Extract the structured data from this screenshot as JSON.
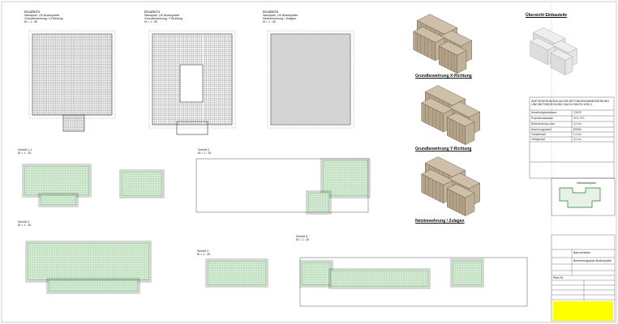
{
  "sheet": {
    "labels_3d": {
      "overview": "Übersicht Einbauteile",
      "x_direction": "Grundbewehrung X-Richtung",
      "y_direction": "Grundbewehrung Y-Richtung",
      "supplementary": "Netzbewehrung / Zulagen"
    },
    "plan_views": [
      {
        "title": "Draufsicht",
        "lines": [
          "Wandplan, UK Bodenplatte",
          "Grundbewehrung, X-Richtung"
        ],
        "scale": "M = 1 : 50"
      },
      {
        "title": "Draufsicht",
        "lines": [
          "Wandplan, UK Bodenplatte",
          "Grundbewehrung, Y-Richtung"
        ],
        "scale": "M = 1 : 50"
      },
      {
        "title": "Draufsicht",
        "lines": [
          "Wandplan, UK Bodenplatte",
          "Netzbewehrung / Zulagen"
        ],
        "scale": "M = 1 : 50"
      }
    ],
    "sections": [
      {
        "title": "Schnitt 1-1",
        "scale": "M = 1 : 25"
      },
      {
        "title": "Schnitt 2",
        "scale": "M = 1 : 25"
      },
      {
        "title": "Schnitt 3",
        "scale": "M = 1 : 25"
      },
      {
        "title": "Schnitt 4",
        "scale": "M = 1 : 25"
      },
      {
        "title": "Schnitt 5",
        "scale": "M = 1 : 25"
      }
    ],
    "notes_box": {
      "heading": "ANFORDERUNGEN AN DIE BETONGRUNDBEWEHRUNG UND BETONDECKUNG NACH DIN EN 1992-1",
      "rows": [
        "Betonfestigkeitsklasse",
        "Expositionsklassen",
        "Betondeckung cnom",
        "Bewehrungsstahl",
        "Vorhaltemaß",
        "Verlegemaß"
      ],
      "values": [
        "C30/37",
        "XC4, XF1",
        "4,0 cm",
        "B500B",
        "1,0 cm",
        "3,0 cm"
      ]
    },
    "key_plan_label": "Übersichtsplan",
    "title_block": {
      "project": "Bauvorhaben",
      "drawing": "Bewehrungsplan Bodenplatte",
      "plan_no": "Plan-Nr."
    }
  }
}
